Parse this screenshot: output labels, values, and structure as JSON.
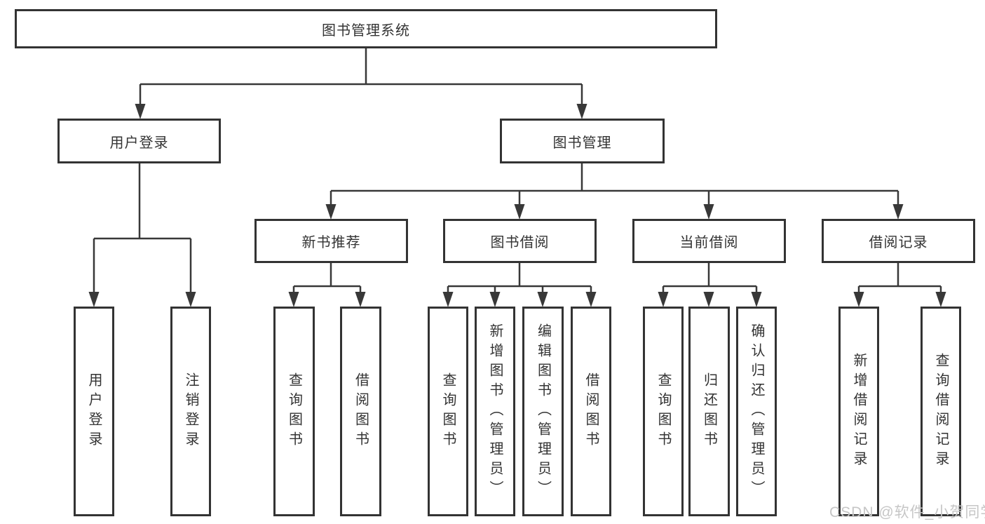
{
  "diagram": {
    "type": "tree-diagram",
    "colors": {
      "background": "#ffffff",
      "box_border": "#333333",
      "line": "#383838",
      "text": "#333333",
      "watermark": "#c6c6c6"
    },
    "tree": {
      "label": "图书管理系统",
      "children": [
        {
          "label": "用户登录",
          "children": [
            {
              "label": "用户登录"
            },
            {
              "label": "注销登录"
            }
          ]
        },
        {
          "label": "图书管理",
          "children": [
            {
              "label": "新书推荐",
              "children": [
                {
                  "label": "查询图书"
                },
                {
                  "label": "借阅图书"
                }
              ]
            },
            {
              "label": "图书借阅",
              "children": [
                {
                  "label": "查询图书"
                },
                {
                  "label": "新增图书（管理员）"
                },
                {
                  "label": "编辑图书（管理员）"
                },
                {
                  "label": "借阅图书"
                }
              ]
            },
            {
              "label": "当前借阅",
              "children": [
                {
                  "label": "查询图书"
                },
                {
                  "label": "归还图书"
                },
                {
                  "label": "确认归还（管理员）"
                }
              ]
            },
            {
              "label": "借阅记录",
              "children": [
                {
                  "label": "新增借阅记录"
                },
                {
                  "label": "查询借阅记录"
                }
              ]
            }
          ]
        }
      ]
    },
    "watermark": {
      "text": "CSDN @软件_小贺同学"
    }
  }
}
